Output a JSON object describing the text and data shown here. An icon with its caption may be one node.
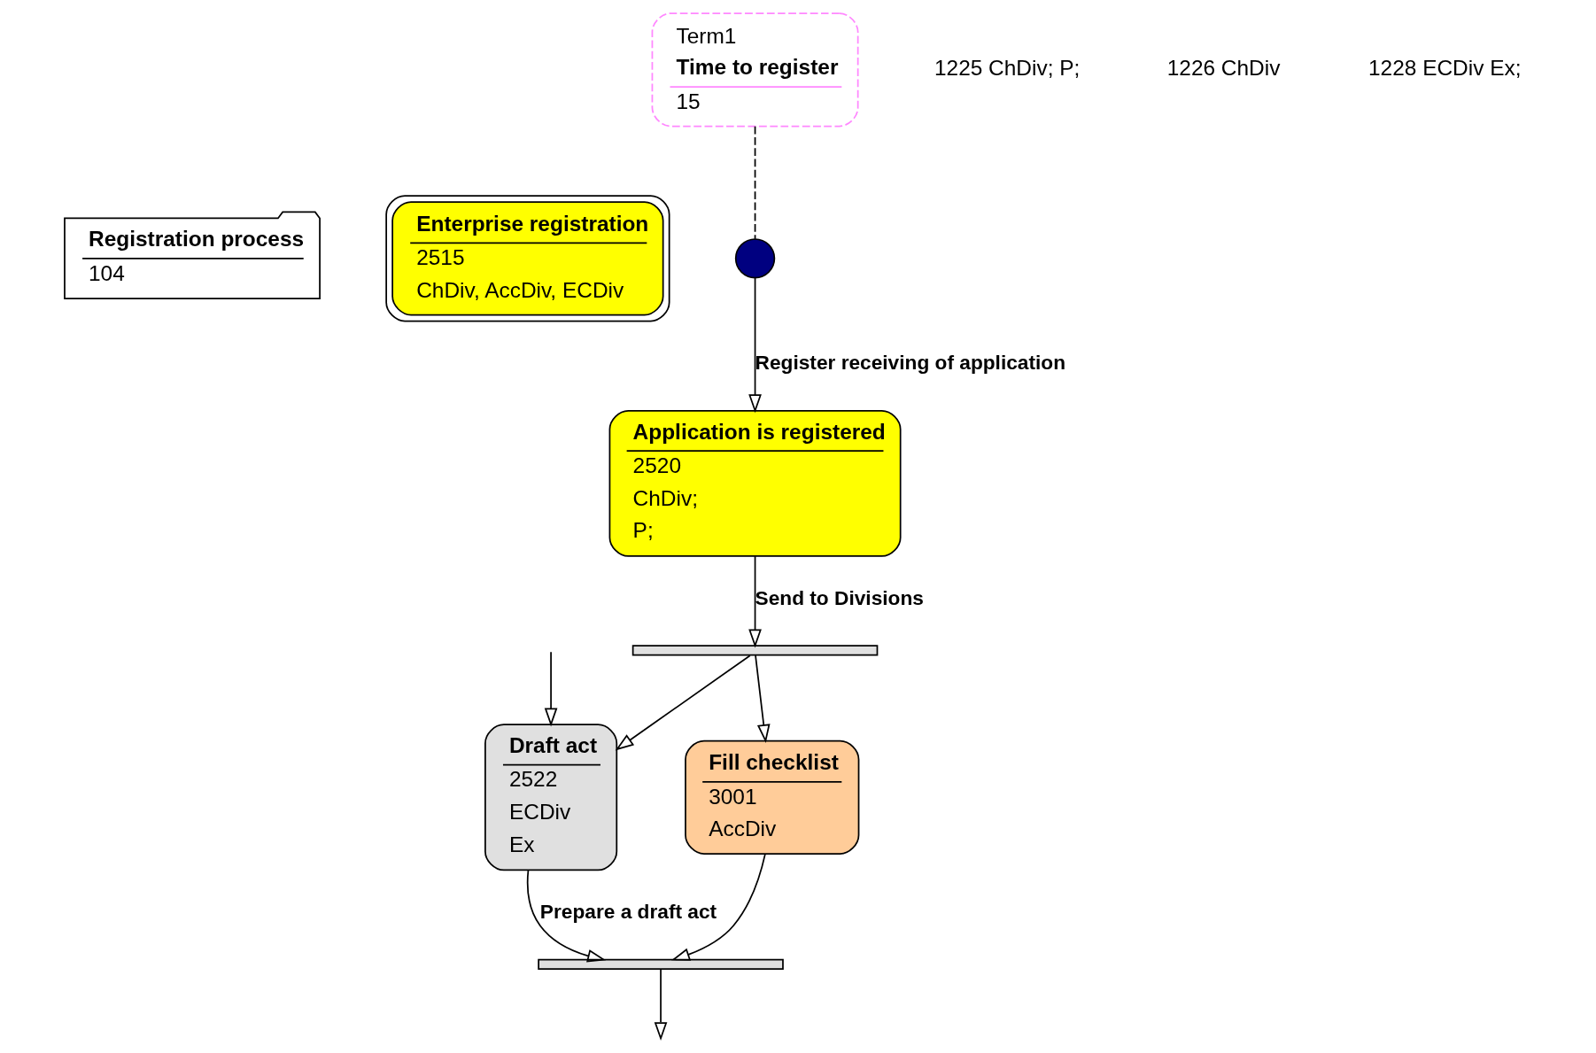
{
  "diagram": {
    "nodes": [
      {
        "text": [
          "Registration process",
          "104"
        ]
      },
      {
        "text": [
          "Enterprise registration",
          "2515",
          "ChDiv, AccDiv, ECDiv"
        ]
      },
      {
        "text": [],
        "shape": "circle"
      },
      {
        "text": [
          "Term1",
          "Time to register",
          "15"
        ]
      },
      {
        "text": [
          "Application is registered",
          "2520",
          "ChDiv;",
          "P;"
        ]
      },
      {
        "text": [],
        "shape": "bar"
      },
      {
        "text": [
          "Fill checklist",
          "3001",
          "AccDiv"
        ]
      },
      {
        "text": [
          "Draft act",
          "2522",
          "ECDiv",
          "Ex"
        ]
      },
      {
        "text": [],
        "shape": "bar"
      }
    ],
    "edges": [
      {
        "from": 3,
        "to": 2,
        "arrow": "none",
        "style": "dashed"
      },
      {
        "from": 2,
        "to": 4,
        "arrow": "to",
        "label": "Register receiving of application"
      },
      {
        "from": 4,
        "to": 5,
        "arrow": "to",
        "label": "Send to Divisions"
      },
      {
        "from": 5,
        "to": 6,
        "arrow": "to"
      },
      {
        "from": 5,
        "to": 7,
        "arrow": "to"
      },
      {
        "from": 6,
        "to": 8,
        "arrow": "to"
      },
      {
        "from": 7,
        "to": 8,
        "arrow": "to",
        "label": "Prepare a draft act"
      },
      {
        "from": 8,
        "to": null,
        "arrow": "to"
      },
      {
        "from": null,
        "to": 7,
        "arrow": "to"
      }
    ],
    "labels": [
      "1225 ChDiv; P;",
      "1226 ChDiv",
      "1228 ECDiv Ex;"
    ]
  }
}
